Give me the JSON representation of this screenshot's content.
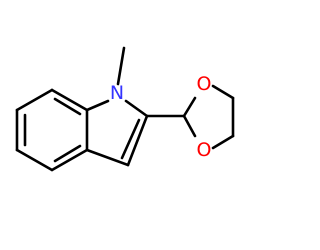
{
  "molecule": {
    "atoms": {
      "nitrogen": {
        "symbol": "N",
        "color": "#3333ff"
      },
      "oxygen_top": {
        "symbol": "O",
        "color": "#ff0000"
      },
      "oxygen_bottom": {
        "symbol": "O",
        "color": "#ff0000"
      }
    },
    "bond_color": "#000000"
  }
}
